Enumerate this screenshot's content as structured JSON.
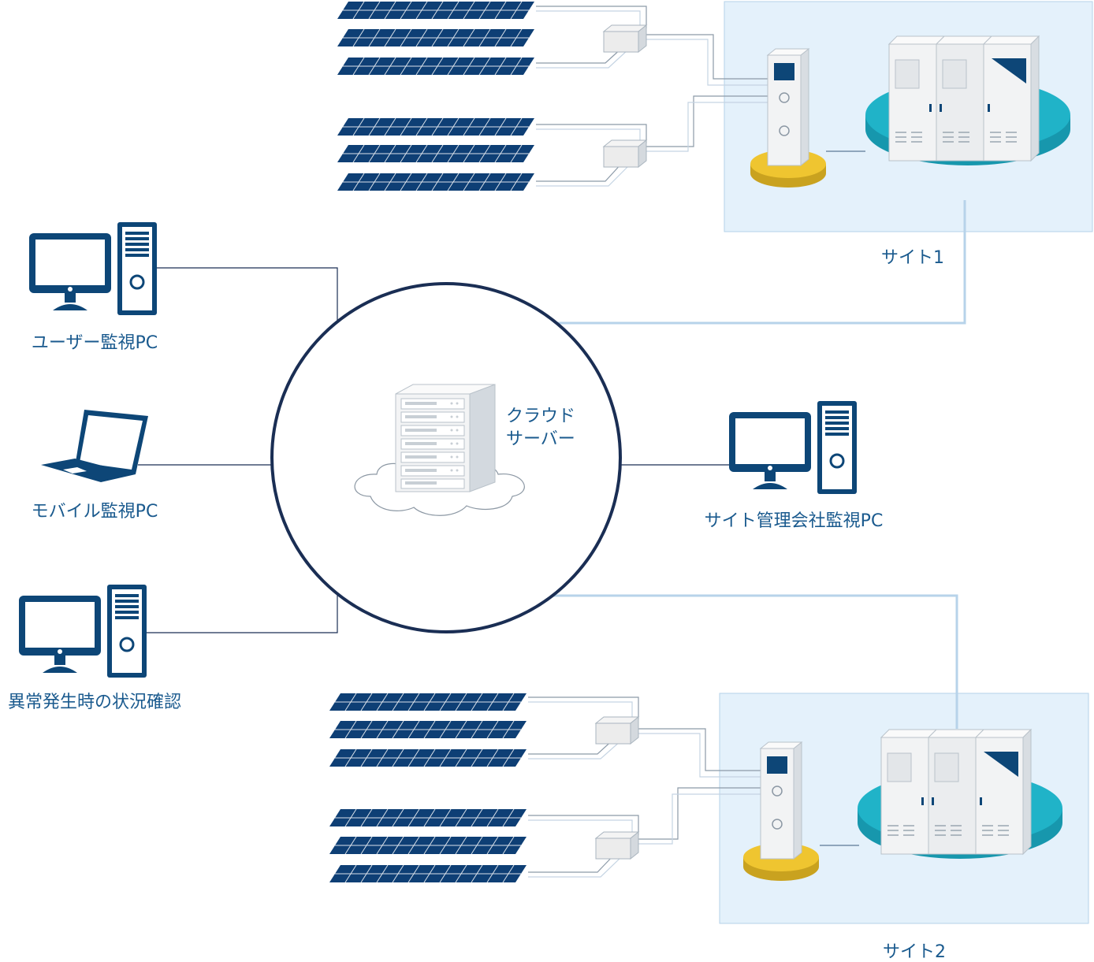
{
  "labels": {
    "user_pc": "ユーザー監視PC",
    "mobile_pc": "モバイル監視PC",
    "incident_pc": "異常発生時の状況確認",
    "cloud_line1": "クラウド",
    "cloud_line2": "サーバー",
    "site_mgmt_pc": "サイト管理会社監視PC",
    "site1": "サイト1",
    "site2": "サイト2"
  },
  "icons": {
    "desktop": "desktop-computer-icon",
    "laptop": "laptop-icon",
    "server": "cloud-server-icon",
    "solar": "solar-panel-icon",
    "junction": "junction-box-icon",
    "logger": "data-logger-icon",
    "inverter": "power-conditioner-icon"
  },
  "colors": {
    "navy": "#0d4677",
    "circle": "#1a2e54",
    "text": "#1a5a8e",
    "panel": "#0e3f75",
    "site_bg": "#e4f1fb",
    "site_border": "#b5d2e8",
    "teal": "#20b3c8",
    "gold": "#efc530",
    "link_light": "#b7d3ea"
  }
}
